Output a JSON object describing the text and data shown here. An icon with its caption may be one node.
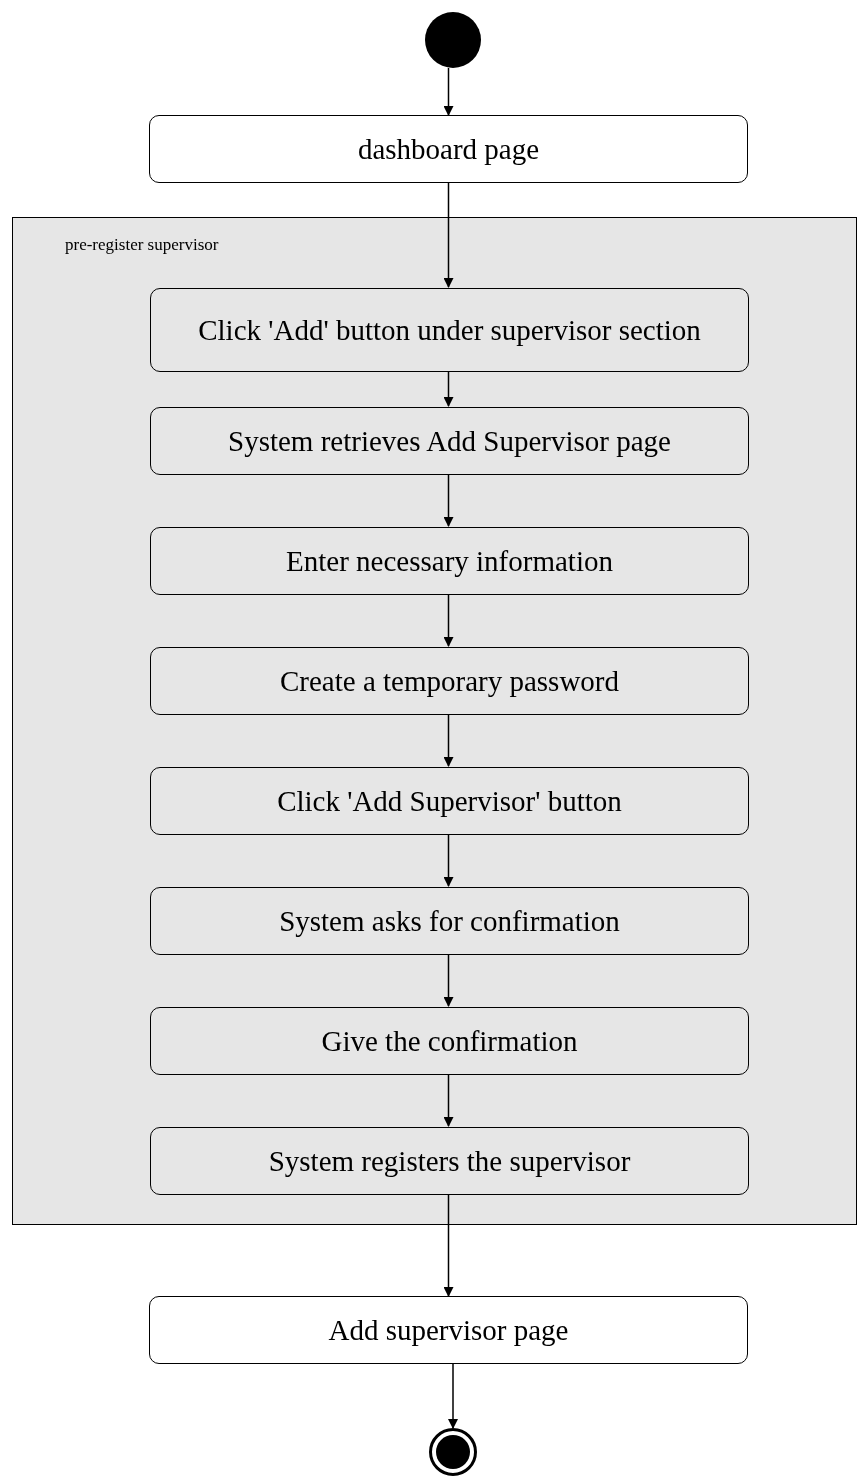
{
  "diagram": {
    "nodes": [
      {
        "text": [],
        "shape": "circle"
      },
      {
        "text": [
          "dashboard page"
        ]
      },
      {
        "text": [
          "pre-register supervisor"
        ]
      },
      {
        "text": [
          "Click 'Add' button under supervisor section"
        ],
        "in": 2
      },
      {
        "text": [
          "System retrieves Add Supervisor page"
        ],
        "in": 2
      },
      {
        "text": [
          "Enter necessary information"
        ],
        "in": 2
      },
      {
        "text": [
          "Create a temporary password"
        ],
        "in": 2
      },
      {
        "text": [
          "Click 'Add Supervisor' button"
        ],
        "in": 2
      },
      {
        "text": [
          "System asks for confirmation"
        ],
        "in": 2
      },
      {
        "text": [
          "Give the confirmation"
        ],
        "in": 2
      },
      {
        "text": [
          "System registers the supervisor"
        ],
        "in": 2
      },
      {
        "text": [
          "Add supervisor page"
        ]
      },
      {
        "text": [],
        "shape": "bullseye"
      }
    ],
    "edges": [
      {
        "from": 0,
        "to": 1,
        "arrow": "to"
      },
      {
        "from": 1,
        "to": 3,
        "arrow": "to"
      },
      {
        "from": 3,
        "to": 4,
        "arrow": "to"
      },
      {
        "from": 4,
        "to": 5,
        "arrow": "to"
      },
      {
        "from": 5,
        "to": 6,
        "arrow": "to"
      },
      {
        "from": 6,
        "to": 7,
        "arrow": "to"
      },
      {
        "from": 7,
        "to": 8,
        "arrow": "to"
      },
      {
        "from": 8,
        "to": 9,
        "arrow": "to"
      },
      {
        "from": 9,
        "to": 10,
        "arrow": "to"
      },
      {
        "from": 10,
        "to": 11,
        "arrow": "to"
      },
      {
        "from": 11,
        "to": 12,
        "arrow": "to"
      }
    ]
  }
}
